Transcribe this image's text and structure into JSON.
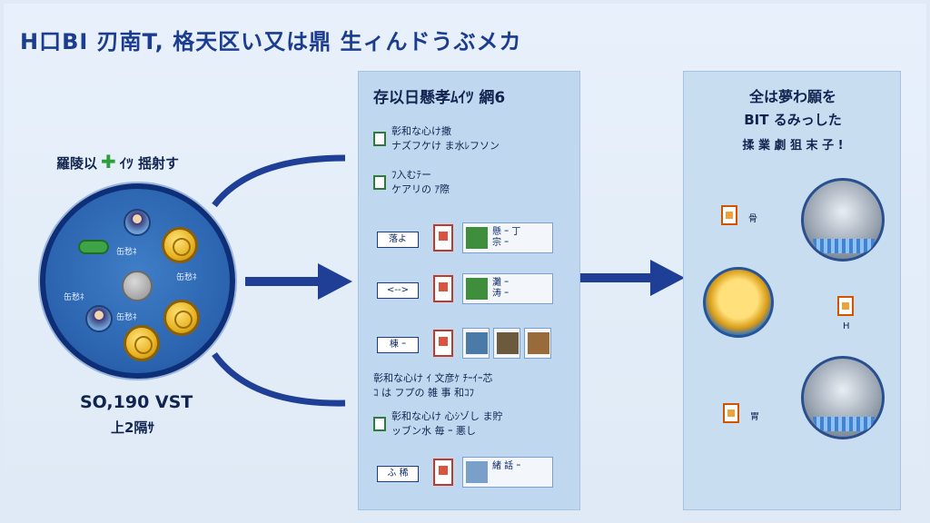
{
  "title": "H口BI 刃南T, 格天区い又は鼎 生ィんドうぶメカ",
  "left": {
    "label_a": "羅陵以",
    "label_b": "ｲﾂ 揺射す",
    "amount": "SO,190 VST",
    "sub": "上2隔ｻ",
    "pool_texts": [
      "缶愁ﾈ",
      "缶愁ﾈ",
      "缶愁ﾈ",
      "缶愁ﾈ"
    ]
  },
  "middle": {
    "title": "存以日懸孝ﾑｲﾂ 網6",
    "notes": [
      {
        "line1": "彰和な心け撒",
        "line2": "ナズフケけ ま水ﾚフソン"
      },
      {
        "line1": "ﾌ入むﾃー",
        "line2": "ケアリの ｱ際"
      },
      {
        "line1": "彰和な心け ｲ 文彦ｹ ﾁｰｲｰ芯",
        "line2": "ｺ は フプの 雑 事 和ｺﾌ"
      },
      {
        "line1": "彰和な心け 心ｼゾし ま貯",
        "line2": "ッブン水 毎 ｰ 悪し"
      }
    ],
    "rows": [
      {
        "tag": "落よ",
        "card": "懸 ｰ 丁",
        "card2": "宗 ｰ"
      },
      {
        "tag": "<-->",
        "card": "灘 ｰ",
        "card2": "涛 ｰ"
      },
      {
        "tag": "棟 ｰ",
        "card": "",
        "card2": ""
      },
      {
        "tag": "ふ 稀",
        "card": "",
        "card2": "緒 話 ｰ"
      }
    ]
  },
  "right": {
    "title1": "全は夢わ願を",
    "title2": "BIT るみっした",
    "title3": "揉 業 劇 狙 末 子 !",
    "labels": [
      "骨",
      "H",
      "胃"
    ]
  },
  "colors": {
    "accent": "#1c3d8f",
    "arrow": "#1f3f96",
    "panel": "#bfd8f0"
  }
}
